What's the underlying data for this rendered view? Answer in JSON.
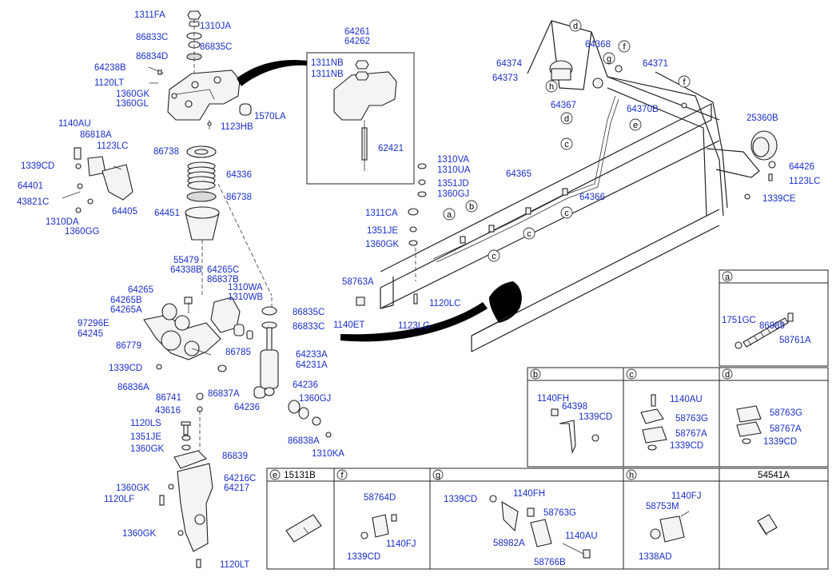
{
  "colors": {
    "label": "#1a2fc9",
    "line": "#222222",
    "background": "#ffffff"
  },
  "left_column_labels": [
    "1311FA",
    "1310JA",
    "86833C",
    "86835C",
    "86834D",
    "64238B",
    "1120LT",
    "1360GK",
    "1360GL",
    "1570LA",
    "1123HB",
    "1140AU",
    "86818A",
    "1123LC",
    "1339CD",
    "64401",
    "43821C",
    "64405",
    "1310DA",
    "1360GG",
    "86738",
    "64336",
    "86738",
    "64451"
  ],
  "detail_inset": {
    "labels": [
      "64261",
      "64262",
      "1311NB",
      "1311NB",
      "62421"
    ]
  },
  "lower_assembly_labels": [
    "55479",
    "64338B",
    "64265C",
    "86837B",
    "1310WA",
    "1310WB",
    "64265",
    "64265B",
    "64265A",
    "97296E",
    "64245",
    "86835C",
    "86833C",
    "86779",
    "86785",
    "64233A",
    "64231A",
    "1339CD",
    "86837A",
    "86836A",
    "64236",
    "1360GJ",
    "86741",
    "64236",
    "43616",
    "86838A",
    "1310KA",
    "1120LS",
    "1351JE",
    "1360GK",
    "86839",
    "64216C",
    "64217",
    "1360GK",
    "1120LF",
    "1360GK",
    "1120LT"
  ],
  "frame_labels": [
    "64374",
    "64373",
    "64368",
    "64371",
    "64367",
    "64370B",
    "25360B",
    "1310VA",
    "1310UA",
    "1351JD",
    "1360GJ",
    "64365",
    "64366",
    "64426",
    "1123LC",
    "1339CE",
    "1311CA",
    "1351JE",
    "1360GK",
    "58763A",
    "1120LC",
    "1140ET",
    "1123LG"
  ],
  "frame_callouts": [
    "d",
    "f",
    "g",
    "h",
    "d",
    "e",
    "c",
    "a",
    "b",
    "c",
    "c",
    "c",
    "f"
  ],
  "panels": {
    "a": {
      "letter": "a",
      "labels": [
        "86989",
        "1751GC",
        "58761A"
      ]
    },
    "b": {
      "letter": "b",
      "labels": [
        "1140FH",
        "64398",
        "1339CD"
      ]
    },
    "c": {
      "letter": "c",
      "labels": [
        "1140AU",
        "58763G",
        "58767A",
        "1339CD"
      ]
    },
    "d": {
      "letter": "d",
      "labels": [
        "58763G",
        "58767A",
        "1339CD"
      ]
    },
    "e": {
      "letter": "e",
      "header": "15131B"
    },
    "f": {
      "letter": "f",
      "labels": [
        "58764D",
        "1140FJ",
        "1339CD"
      ]
    },
    "g": {
      "letter": "g",
      "labels": [
        "1339CD",
        "1140FH",
        "58763G",
        "58982A",
        "1140AU",
        "58766B"
      ]
    },
    "h": {
      "letter": "h",
      "labels": [
        "1140FJ",
        "58753M",
        "1338AD"
      ]
    },
    "last": {
      "header": "54541A"
    }
  }
}
